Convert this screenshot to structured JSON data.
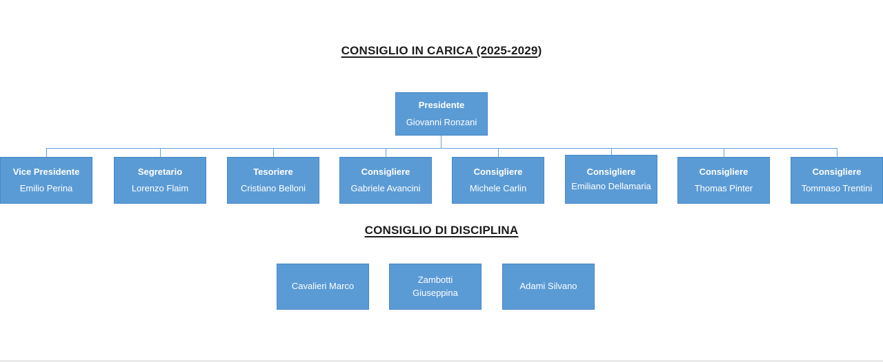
{
  "page": {
    "title_main": "CONSIGLIO IN CARICA (2025-2029",
    "title_main_suffix": ")",
    "title_discipline": "CONSIGLIO DI DISCIPLINA"
  },
  "colors": {
    "box_fill": "#5b9bd5",
    "box_border": "#4386c9",
    "connector": "#6b9fd4"
  },
  "president": {
    "role": "Presidente",
    "name": "Giovanni Ronzani"
  },
  "council": {
    "members": [
      {
        "role": "Vice Presidente",
        "name": "Emilio Perina"
      },
      {
        "role": "Segretario",
        "name": "Lorenzo Flaim"
      },
      {
        "role": "Tesoriere",
        "name": "Cristiano Belloni"
      },
      {
        "role": "Consigliere",
        "name": "Gabriele Avancini"
      },
      {
        "role": "Consigliere",
        "name": "Michele Carlin"
      },
      {
        "role": "Consigliere",
        "name": "Emiliano Dellamaria"
      },
      {
        "role": "Consigliere",
        "name": "Thomas Pinter"
      },
      {
        "role": "Consigliere",
        "name": "Tommaso Trentini"
      }
    ]
  },
  "discipline": {
    "members": [
      {
        "name": "Cavalieri Marco"
      },
      {
        "name": "Zambotti Giuseppina"
      },
      {
        "name": "Adami Silvano"
      }
    ]
  }
}
